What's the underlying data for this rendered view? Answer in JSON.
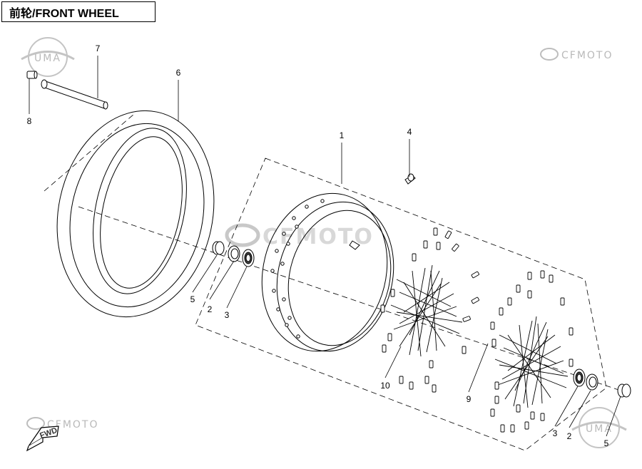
{
  "diagram": {
    "title": "前轮/FRONT WHEEL",
    "watermarks": {
      "brand_top_right": "CFMOTO",
      "brand_center": "CFMOTO",
      "brand_bottom_left": "CFMOTO",
      "logo_top_left": "UMA",
      "logo_bottom_right": "UMA"
    },
    "direction_label": "FWD",
    "callouts": {
      "c1": "1",
      "c2a": "2",
      "c2b": "2",
      "c3a": "3",
      "c3b": "3",
      "c4": "4",
      "c5a": "5",
      "c5b": "5",
      "c6": "6",
      "c7": "7",
      "c8": "8",
      "c9": "9",
      "c10": "10"
    },
    "colors": {
      "line": "#000000",
      "watermark": "#b9b9b9"
    }
  }
}
